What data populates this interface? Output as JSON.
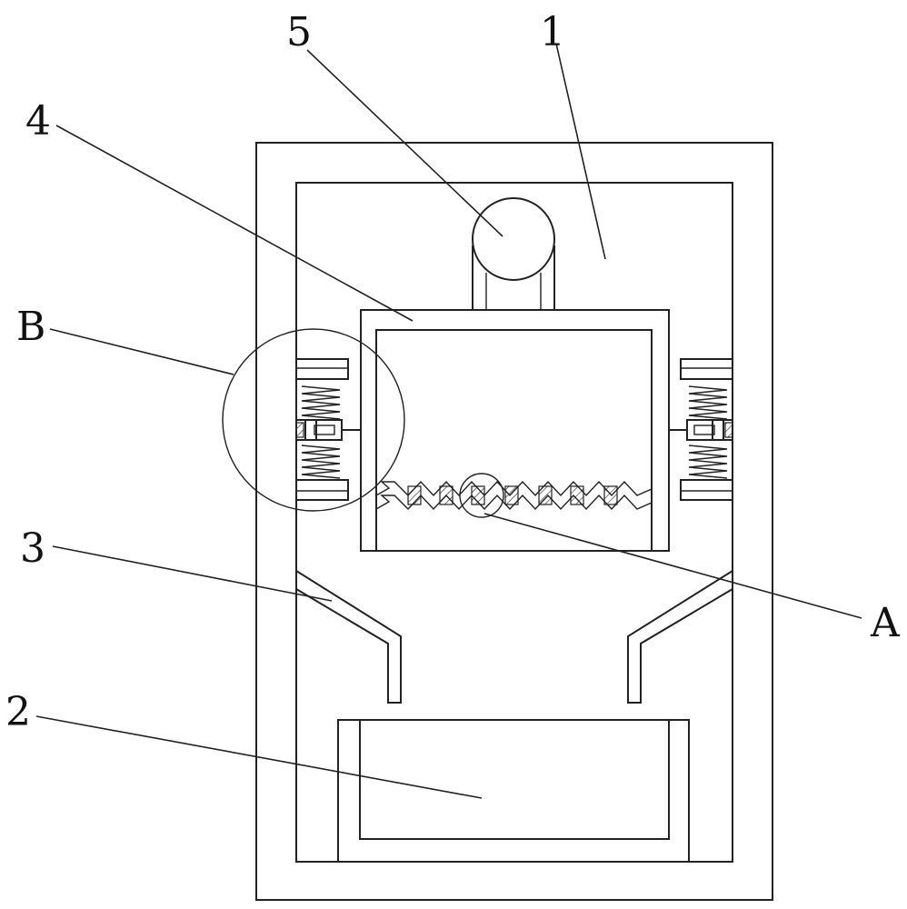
{
  "figure": {
    "labels": {
      "part_1": "1",
      "part_2": "2",
      "part_3": "3",
      "part_4": "4",
      "part_5": "5",
      "detail_a": "A",
      "detail_b": "B"
    },
    "colors": {
      "line": "#222222",
      "background": "#ffffff"
    }
  }
}
